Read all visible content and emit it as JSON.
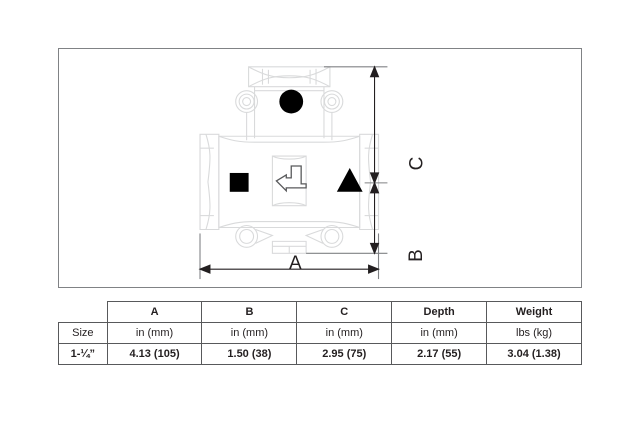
{
  "drawing": {
    "title": "valve-dimension-drawing",
    "dimension_labels": {
      "a": "A",
      "b": "B",
      "c": "C"
    },
    "markers": {
      "square": "cold-inlet-marker",
      "circle": "mixed-outlet-marker",
      "triangle": "hot-inlet-marker",
      "flow_symbol": "flow-direction-plate"
    },
    "line_color": "#d9dadb",
    "dimension_color": "#231f20",
    "frame_color": "#808285"
  },
  "table": {
    "header_row": [
      "",
      "A",
      "B",
      "C",
      "Depth",
      "Weight"
    ],
    "units_row": [
      "Size",
      "in (mm)",
      "in (mm)",
      "in (mm)",
      "in (mm)",
      "lbs (kg)"
    ],
    "data_rows": [
      [
        "1-¼”",
        "4.13 (105)",
        "1.50 (38)",
        "2.95 (75)",
        "2.17 (55)",
        "3.04 (1.38)"
      ]
    ]
  }
}
